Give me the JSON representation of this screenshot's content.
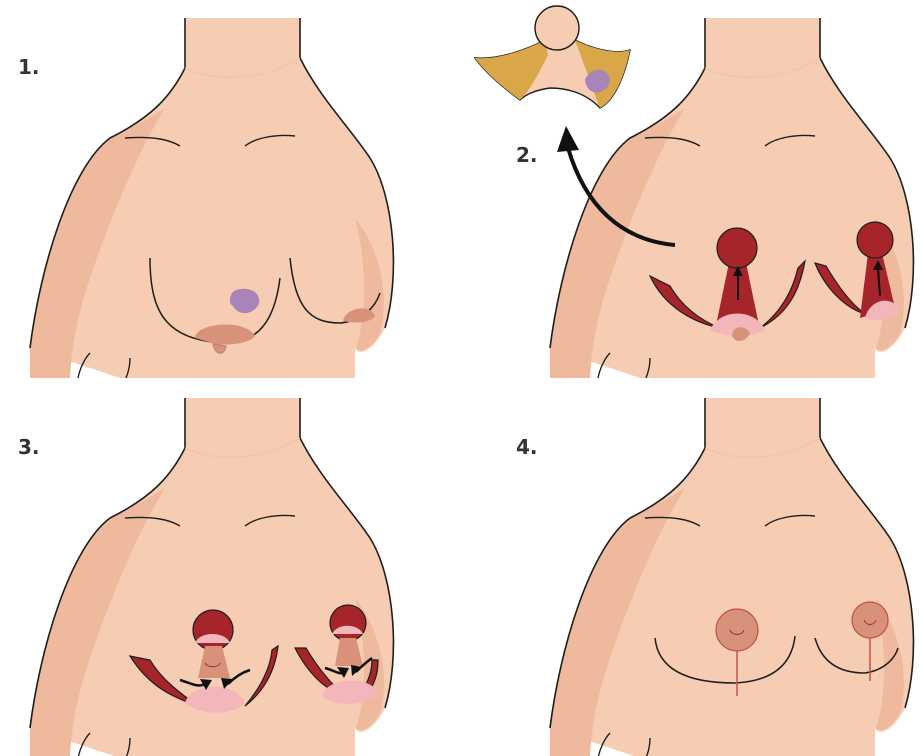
{
  "steps": [
    {
      "label": "1."
    },
    {
      "label": "2."
    },
    {
      "label": "3."
    },
    {
      "label": "4."
    }
  ],
  "colors": {
    "skin": "#F6CDB2",
    "skin_shadow": "#EEB99C",
    "outline": "#1E1E1E",
    "areola": "#D9927A",
    "excision": "#A5252B",
    "pink_pedicle": "#F3B6BA",
    "lesion": "#A884B8",
    "flap_yellow": "#D9A748",
    "scar": "#C0504D",
    "arrow": "#111111"
  }
}
